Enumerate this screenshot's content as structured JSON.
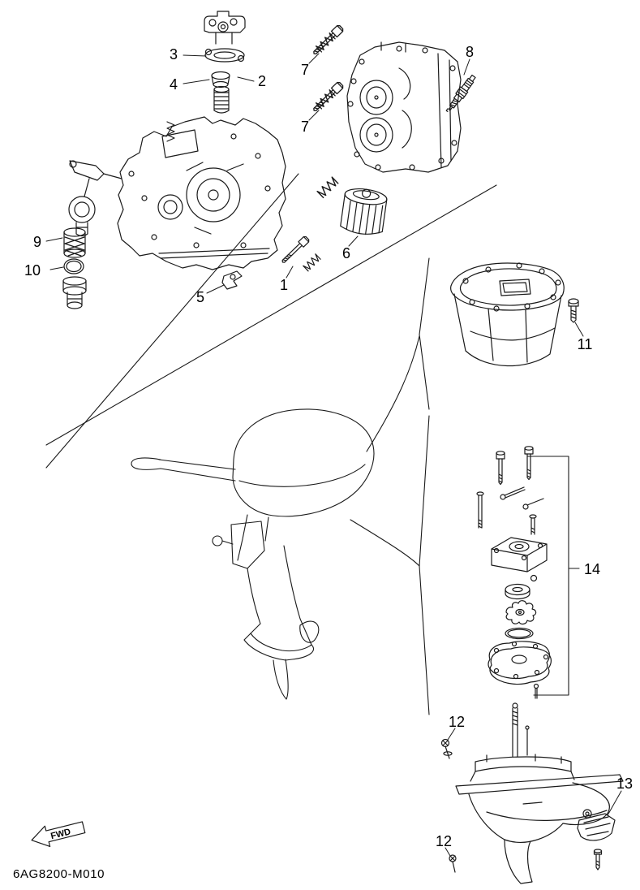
{
  "diagram": {
    "code": "6AG8200-M010",
    "fwd": "FWD"
  },
  "callouts": [
    {
      "label": "3"
    },
    {
      "label": "4"
    },
    {
      "label": "2"
    },
    {
      "label": "7"
    },
    {
      "label": "7"
    },
    {
      "label": "8"
    },
    {
      "label": "9"
    },
    {
      "label": "10"
    },
    {
      "label": "5"
    },
    {
      "label": "1"
    },
    {
      "label": "6"
    },
    {
      "label": "11"
    },
    {
      "label": "14"
    },
    {
      "label": "12"
    },
    {
      "label": "12"
    },
    {
      "label": "13"
    }
  ],
  "colors": {
    "line": "#1a1a1a",
    "background": "#ffffff"
  }
}
